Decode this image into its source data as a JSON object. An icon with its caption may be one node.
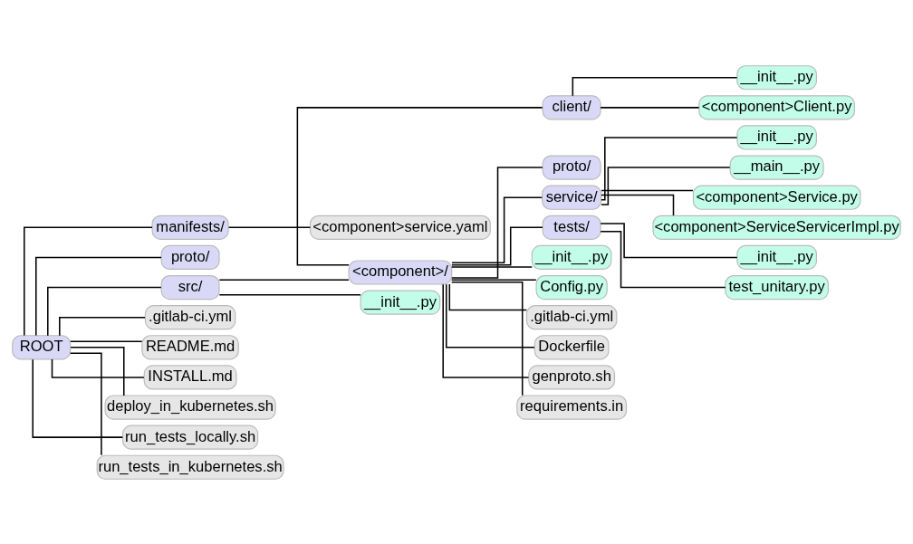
{
  "diagram": {
    "nodes": [
      {
        "text": [
          "ROOT"
        ]
      },
      {
        "text": [
          "manifests/"
        ]
      },
      {
        "text": [
          "<component>service.yaml"
        ]
      },
      {
        "text": [
          "proto/"
        ]
      },
      {
        "text": [
          "src/"
        ]
      },
      {
        "text": [
          "<component>/"
        ]
      },
      {
        "text": [
          "client/"
        ]
      },
      {
        "text": [
          "__init__.py"
        ]
      },
      {
        "text": [
          "<component>Client.py"
        ]
      },
      {
        "text": [
          "proto/"
        ]
      },
      {
        "text": [
          "service/"
        ]
      },
      {
        "text": [
          "__init__.py"
        ]
      },
      {
        "text": [
          "__main__.py"
        ]
      },
      {
        "text": [
          "<component>Service.py"
        ]
      },
      {
        "text": [
          "<component>ServiceServicerImpl.py"
        ]
      },
      {
        "text": [
          "tests/"
        ]
      },
      {
        "text": [
          "__init__.py"
        ]
      },
      {
        "text": [
          "test_unitary.py"
        ]
      },
      {
        "text": [
          "__init__.py"
        ]
      },
      {
        "text": [
          "Config.py"
        ]
      },
      {
        "text": [
          ".gitlab-ci.yml"
        ]
      },
      {
        "text": [
          "Dockerfile"
        ]
      },
      {
        "text": [
          "genproto.sh"
        ]
      },
      {
        "text": [
          "requirements.in"
        ]
      },
      {
        "text": [
          "__init__.py"
        ]
      },
      {
        "text": [
          ".gitlab-ci.yml"
        ]
      },
      {
        "text": [
          "README.md"
        ]
      },
      {
        "text": [
          "INSTALL.md"
        ]
      },
      {
        "text": [
          "deploy_in_kubernetes.sh"
        ]
      },
      {
        "text": [
          "run_tests_locally.sh"
        ]
      },
      {
        "text": [
          "run_tests_in_kubernetes.sh"
        ]
      }
    ],
    "edges": [
      {
        "from": 0,
        "to": 1,
        "arrow": "none"
      },
      {
        "from": 1,
        "to": 2,
        "arrow": "none"
      },
      {
        "from": 0,
        "to": 3,
        "arrow": "none"
      },
      {
        "from": 0,
        "to": 4,
        "arrow": "none"
      },
      {
        "from": 4,
        "to": 5,
        "arrow": "none"
      },
      {
        "from": 5,
        "to": 6,
        "arrow": "none"
      },
      {
        "from": 6,
        "to": 7,
        "arrow": "none"
      },
      {
        "from": 6,
        "to": 8,
        "arrow": "none"
      },
      {
        "from": 5,
        "to": 9,
        "arrow": "none"
      },
      {
        "from": 5,
        "to": 10,
        "arrow": "none"
      },
      {
        "from": 10,
        "to": 11,
        "arrow": "none"
      },
      {
        "from": 10,
        "to": 12,
        "arrow": "none"
      },
      {
        "from": 10,
        "to": 13,
        "arrow": "none"
      },
      {
        "from": 10,
        "to": 14,
        "arrow": "none"
      },
      {
        "from": 5,
        "to": 15,
        "arrow": "none"
      },
      {
        "from": 15,
        "to": 16,
        "arrow": "none"
      },
      {
        "from": 15,
        "to": 17,
        "arrow": "none"
      },
      {
        "from": 5,
        "to": 18,
        "arrow": "none"
      },
      {
        "from": 5,
        "to": 19,
        "arrow": "none"
      },
      {
        "from": 5,
        "to": 20,
        "arrow": "none"
      },
      {
        "from": 5,
        "to": 21,
        "arrow": "none"
      },
      {
        "from": 5,
        "to": 22,
        "arrow": "none"
      },
      {
        "from": 5,
        "to": 23,
        "arrow": "none"
      },
      {
        "from": 4,
        "to": 24,
        "arrow": "none"
      },
      {
        "from": 0,
        "to": 25,
        "arrow": "none"
      },
      {
        "from": 0,
        "to": 26,
        "arrow": "none"
      },
      {
        "from": 0,
        "to": 27,
        "arrow": "none"
      },
      {
        "from": 0,
        "to": 28,
        "arrow": "none"
      },
      {
        "from": 0,
        "to": 29,
        "arrow": "none"
      },
      {
        "from": 0,
        "to": 30,
        "arrow": "none"
      }
    ]
  }
}
